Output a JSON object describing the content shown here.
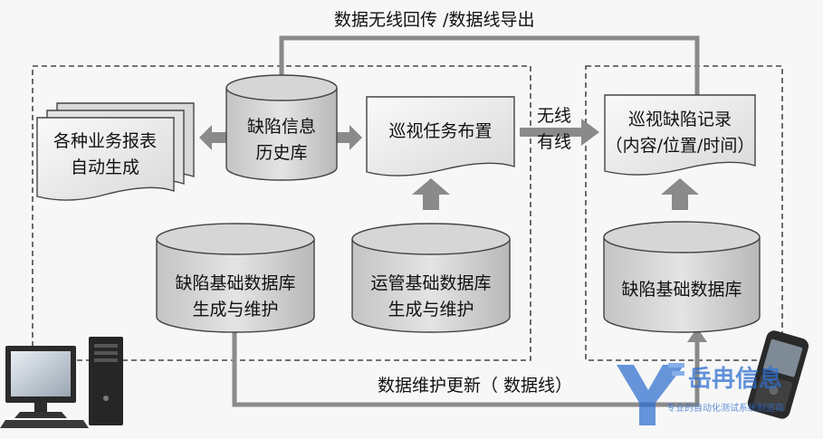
{
  "top_flow_label": "数据无线回传 /数据线导出",
  "bottom_flow_label": "数据维护更新（ 数据线）",
  "wireless_label": "无线\n有线",
  "nodes": {
    "reports": "各种业务报表\n自动生成",
    "history_db": "缺陷信息\n历史库",
    "inspection_plan": "巡视任务布置",
    "defect_base_db": "缺陷基础数据库\n生成与维护",
    "ops_base_db": "运管基础数据库\n生成与维护",
    "defect_record": "巡视缺陷记录\n（内容/位置/时间）",
    "field_defect_db": "缺陷基础数据库"
  },
  "watermark": {
    "logo_text": "岳冉信息",
    "tagline": "专业的自动化测试系统制造商",
    "brand_color": "#2f6fd0"
  },
  "icons": [
    "desktop-computer-icon",
    "mobile-phone-icon"
  ]
}
